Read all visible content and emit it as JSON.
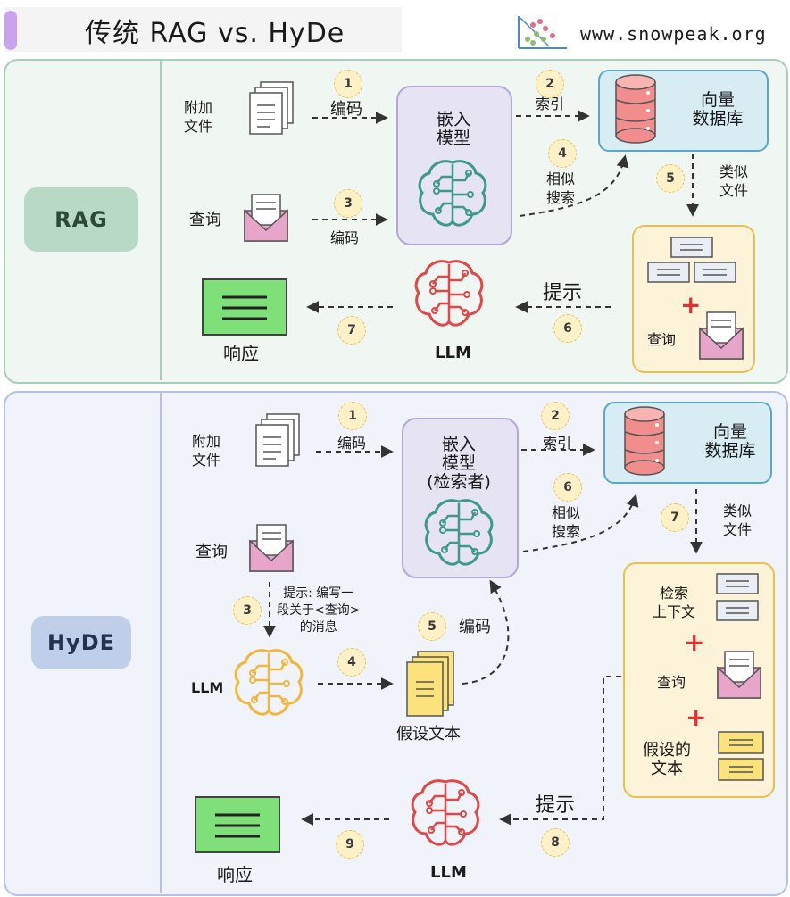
{
  "header": {
    "title": "传统 RAG vs. HyDe",
    "site": "www.snowpeak.org"
  },
  "rag": {
    "tag": "RAG",
    "extra_docs": "附加\n文件",
    "query": "查询",
    "encode_1": "编码",
    "encode_3": "编码",
    "embed_model": "嵌入\n模型",
    "index": "索引",
    "similar_search": "相似\n搜索",
    "vector_db": "向量\n数据库",
    "similar_docs": "类似\n文件",
    "query_small": "查询",
    "prompt": "提示",
    "llm": "LLM",
    "response": "响应",
    "steps": [
      "1",
      "2",
      "3",
      "4",
      "5",
      "6",
      "7"
    ]
  },
  "hyde": {
    "tag": "HyDE",
    "extra_docs": "附加\n文件",
    "encode_1": "编码",
    "embed_model": "嵌入\n模型\n(检索者)",
    "index": "索引",
    "similar_search": "相似\n搜索",
    "vector_db": "向量\n数据库",
    "similar_docs": "类似\n文件",
    "query": "查询",
    "prompt_write": "提示: 编写一\n段关于<查询>\n的消息",
    "llm_left": "LLM",
    "hypo_text": "假设文本",
    "encode_5": "编码",
    "retrieve_ctx": "检索\n上下文",
    "query_small": "查询",
    "hypo_doc": "假设的\n文本",
    "prompt": "提示",
    "llm": "LLM",
    "response": "响应",
    "steps": [
      "1",
      "2",
      "3",
      "4",
      "5",
      "6",
      "7",
      "8",
      "9"
    ]
  },
  "colors": {
    "rag_green": "#8fc7a5",
    "llm_red": "#e04848",
    "llm_orange": "#f2b640",
    "embed_teal": "#3e9a86"
  }
}
